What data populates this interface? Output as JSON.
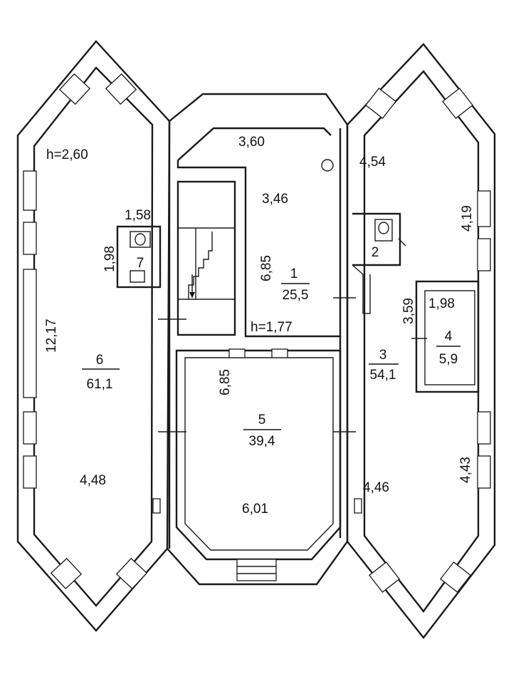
{
  "rooms": {
    "r1": {
      "number": "1",
      "area": "25,5"
    },
    "r2": {
      "number": "2"
    },
    "r3": {
      "number": "3",
      "area": "54,1"
    },
    "r4": {
      "number": "4",
      "area": "5,9"
    },
    "r5": {
      "number": "5",
      "area": "39,4"
    },
    "r6": {
      "number": "6",
      "area": "61,1"
    },
    "r7": {
      "number": "7"
    }
  },
  "dimensions": {
    "h_left": "h=2,60",
    "h_center": "h=1,77",
    "d_3_60": "3,60",
    "d_3_46": "3,46",
    "d_6_85_top": "6,85",
    "d_6_85_mid": "6,85",
    "d_4_54": "4,54",
    "d_4_19": "4,19",
    "d_1_58": "1,58",
    "d_1_98_left": "1,98",
    "d_12_17": "12,17",
    "d_3_59": "3,59",
    "d_1_98_right": "1,98",
    "d_4_48": "4,48",
    "d_6_01": "6,01",
    "d_4_46": "4,46",
    "d_4_43": "4,43"
  }
}
